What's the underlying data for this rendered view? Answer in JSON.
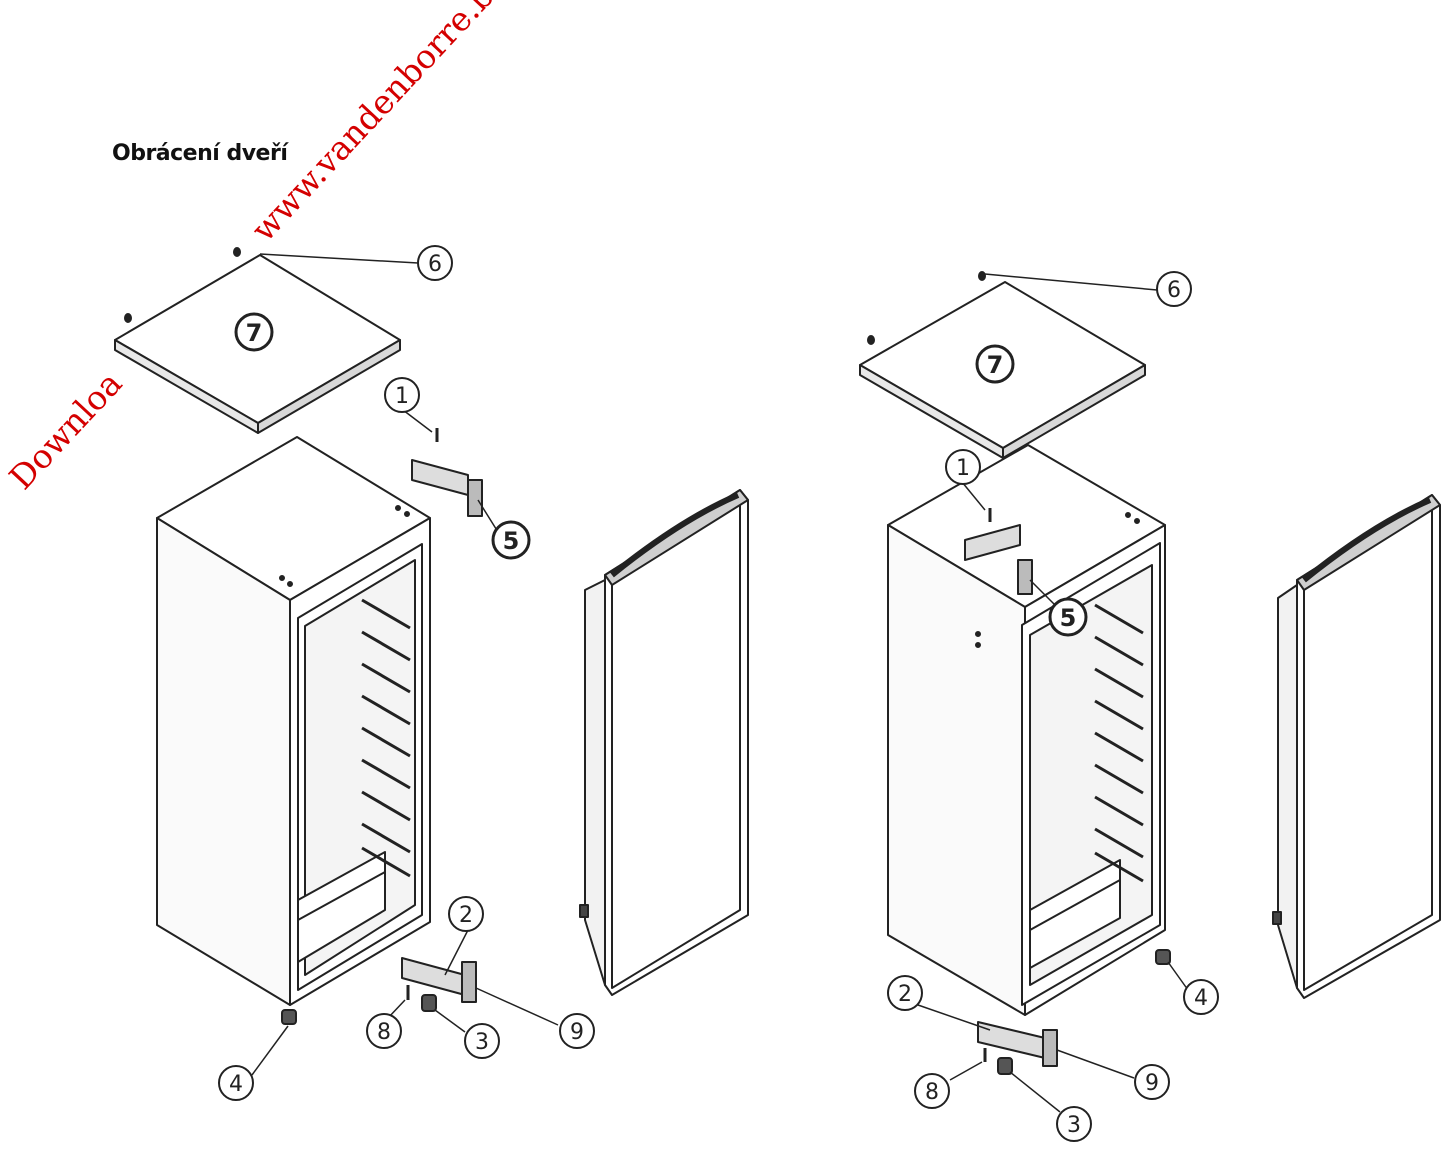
{
  "heading": "Obrácení dveří",
  "watermark": {
    "url_text": "www.vandenborre.be",
    "download_text": "Downloa",
    "color": "#d40000"
  },
  "callouts": {
    "n1": "1",
    "n2": "2",
    "n3": "3",
    "n4": "4",
    "n5": "5",
    "n6": "6",
    "n7": "7",
    "n8": "8",
    "n9": "9"
  },
  "colors": {
    "line": "#222222",
    "fill": "#ffffff",
    "dark": "#333333"
  }
}
